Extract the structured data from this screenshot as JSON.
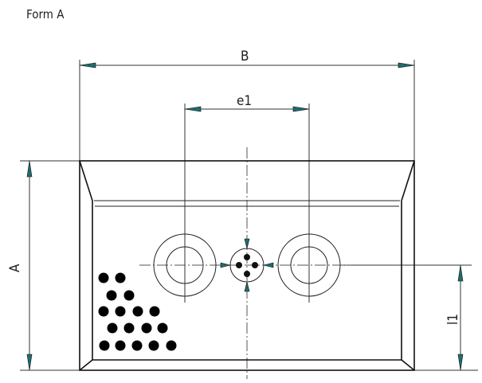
{
  "title": "Form A",
  "dimensions": {
    "width_label": "B",
    "hole_spacing_label": "e1",
    "height_label": "A",
    "center_height_label": "l1"
  },
  "colors": {
    "arrow": "#1f6d6d",
    "line": "#111111"
  }
}
